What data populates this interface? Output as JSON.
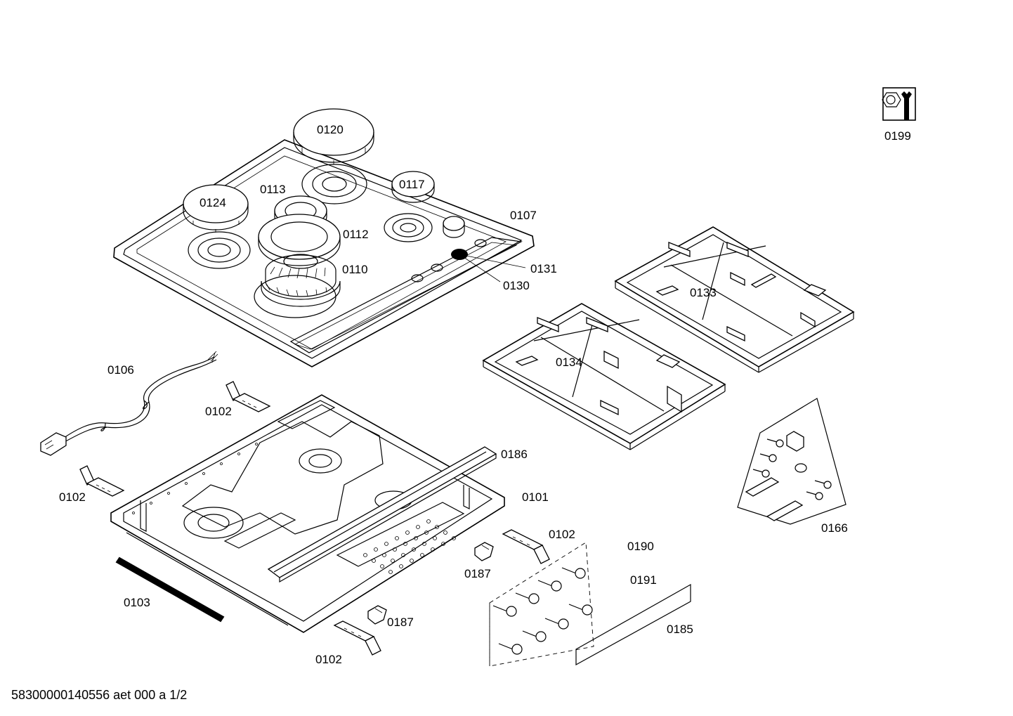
{
  "footer": {
    "doc_id": "58300000140556 aet 000 a 1/2"
  },
  "parts": [
    {
      "id": "0120",
      "text": "0120"
    },
    {
      "id": "0117",
      "text": "0117"
    },
    {
      "id": "0124",
      "text": "0124"
    },
    {
      "id": "0113",
      "text": "0113"
    },
    {
      "id": "0112",
      "text": "0112"
    },
    {
      "id": "0110",
      "text": "0110"
    },
    {
      "id": "0107",
      "text": "0107"
    },
    {
      "id": "0131",
      "text": "0131"
    },
    {
      "id": "0130",
      "text": "0130"
    },
    {
      "id": "0133",
      "text": "0133"
    },
    {
      "id": "0134",
      "text": "0134"
    },
    {
      "id": "0199",
      "text": "0199"
    },
    {
      "id": "0106",
      "text": "0106"
    },
    {
      "id": "0102a",
      "text": "0102"
    },
    {
      "id": "0102b",
      "text": "0102"
    },
    {
      "id": "0102c",
      "text": "0102"
    },
    {
      "id": "0102d",
      "text": "0102"
    },
    {
      "id": "0186",
      "text": "0186"
    },
    {
      "id": "0101",
      "text": "0101"
    },
    {
      "id": "0103",
      "text": "0103"
    },
    {
      "id": "0187a",
      "text": "0187"
    },
    {
      "id": "0187b",
      "text": "0187"
    },
    {
      "id": "0190",
      "text": "0190"
    },
    {
      "id": "0191",
      "text": "0191"
    },
    {
      "id": "0185",
      "text": "0185"
    },
    {
      "id": "0166",
      "text": "0166"
    }
  ]
}
